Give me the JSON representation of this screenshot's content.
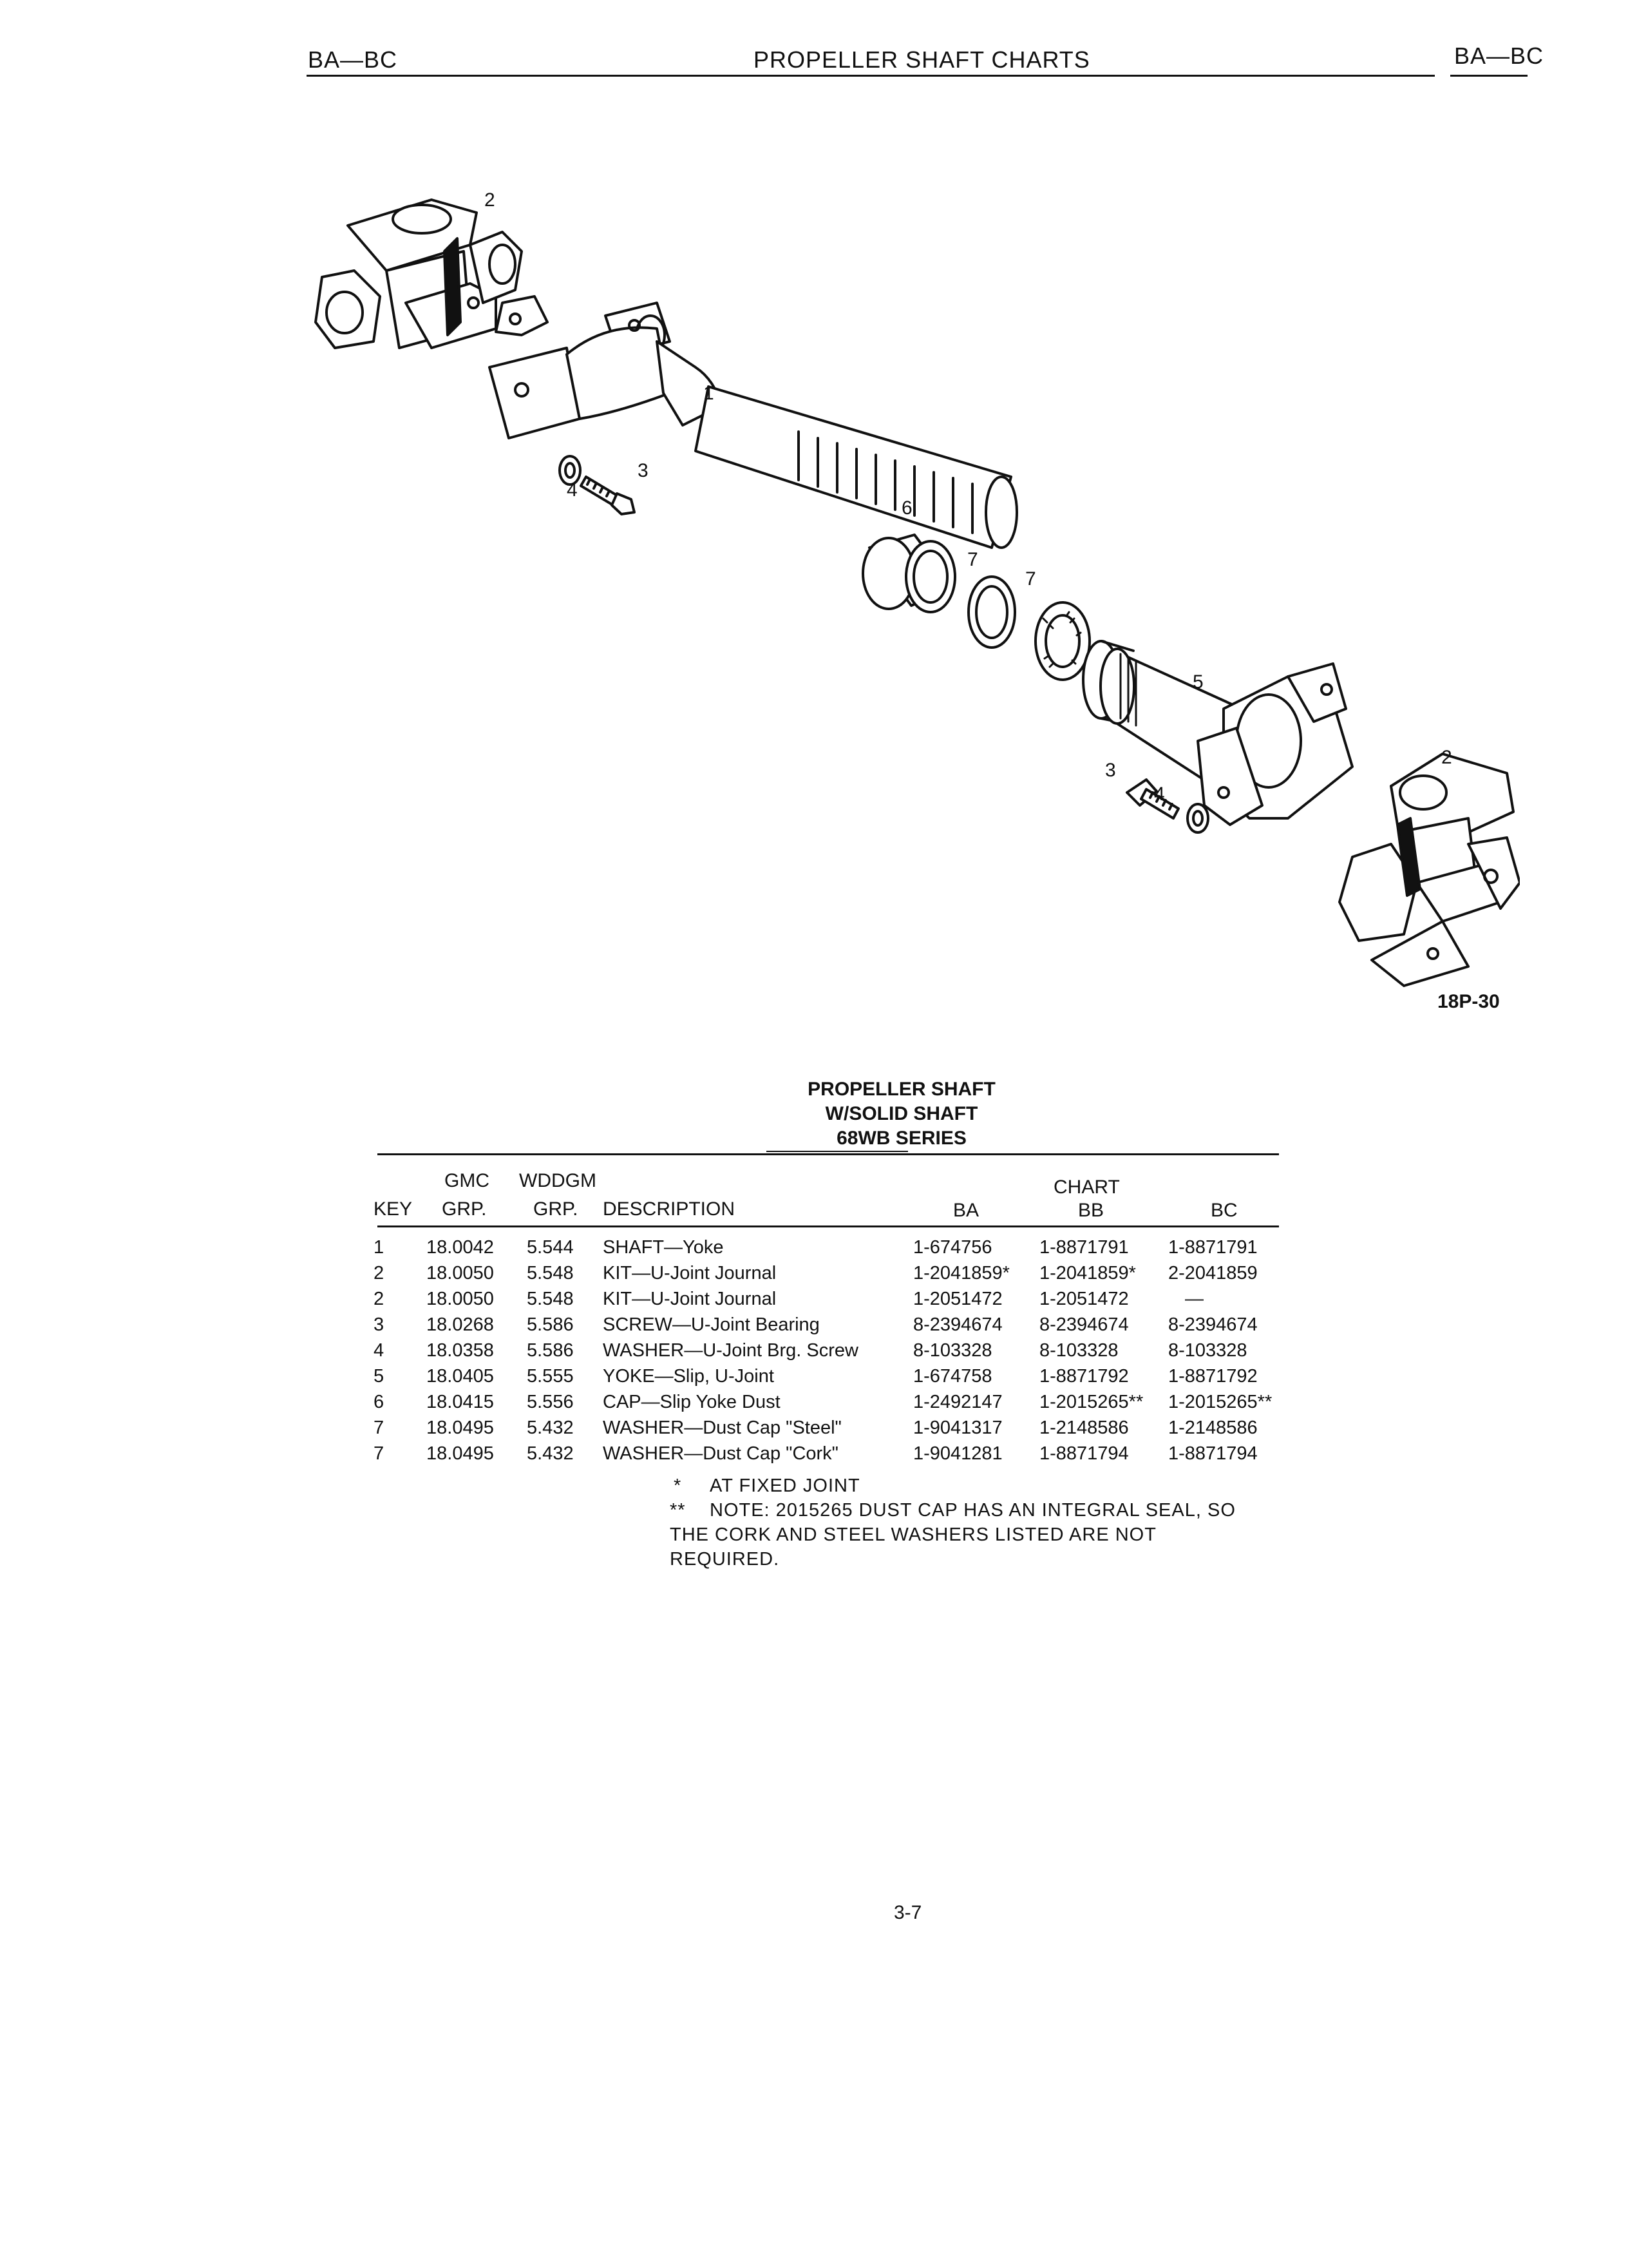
{
  "header": {
    "left": "BA—BC",
    "center": "PROPELLER SHAFT CHARTS",
    "right": "BA—BC"
  },
  "illustration": {
    "figure_id": "18P-30",
    "callouts": [
      "2",
      "1",
      "3",
      "4",
      "6",
      "7",
      "7",
      "5",
      "3",
      "4",
      "2"
    ]
  },
  "table": {
    "title_lines": [
      "PROPELLER SHAFT",
      "W/SOLID SHAFT",
      "68WB SERIES"
    ],
    "header_top": {
      "gmc": "GMC",
      "wddgm": "WDDGM",
      "chart": "CHART"
    },
    "header_bottom": {
      "key": "KEY",
      "gmc": "GRP.",
      "wddgm": "GRP.",
      "desc": "DESCRIPTION",
      "ba": "BA",
      "bb": "BB",
      "bc": "BC"
    },
    "rows": [
      {
        "key": "1",
        "gmc": "18.0042",
        "wddgm": "5.544",
        "desc": "SHAFT—Yoke",
        "ba": "1-674756",
        "bb": "1-8871791",
        "bc": "1-8871791"
      },
      {
        "key": "2",
        "gmc": "18.0050",
        "wddgm": "5.548",
        "desc": "KIT—U-Joint Journal",
        "ba": "1-2041859*",
        "bb": "1-2041859*",
        "bc": "2-2041859"
      },
      {
        "key": "2",
        "gmc": "18.0050",
        "wddgm": "5.548",
        "desc": "KIT—U-Joint Journal",
        "ba": "1-2051472",
        "bb": "1-2051472",
        "bc": "—"
      },
      {
        "key": "3",
        "gmc": "18.0268",
        "wddgm": "5.586",
        "desc": "SCREW—U-Joint Bearing",
        "ba": "8-2394674",
        "bb": "8-2394674",
        "bc": "8-2394674"
      },
      {
        "key": "4",
        "gmc": "18.0358",
        "wddgm": "5.586",
        "desc": "WASHER—U-Joint Brg. Screw",
        "ba": "8-103328",
        "bb": "8-103328",
        "bc": "8-103328"
      },
      {
        "key": "5",
        "gmc": "18.0405",
        "wddgm": "5.555",
        "desc": "YOKE—Slip, U-Joint",
        "ba": "1-674758",
        "bb": "1-8871792",
        "bc": "1-8871792"
      },
      {
        "key": "6",
        "gmc": "18.0415",
        "wddgm": "5.556",
        "desc": "CAP—Slip Yoke Dust",
        "ba": "1-2492147",
        "bb": "1-2015265**",
        "bc": "1-2015265**"
      },
      {
        "key": "7",
        "gmc": "18.0495",
        "wddgm": "5.432",
        "desc": "WASHER—Dust Cap \"Steel\"",
        "ba": "1-9041317",
        "bb": "1-2148586",
        "bc": "1-2148586"
      },
      {
        "key": "7",
        "gmc": "18.0495",
        "wddgm": "5.432",
        "desc": "WASHER—Dust Cap \"Cork\"",
        "ba": "1-9041281",
        "bb": "1-8871794",
        "bc": "1-8871794"
      }
    ],
    "notes": {
      "star_marker": "*",
      "star_text": "AT FIXED JOINT",
      "double_marker": "**",
      "double_lines": [
        "NOTE:  2015265 DUST CAP HAS AN INTEGRAL SEAL, SO",
        "THE CORK AND STEEL WASHERS LISTED ARE NOT",
        "REQUIRED."
      ]
    }
  },
  "footer": {
    "page": "3-7"
  }
}
